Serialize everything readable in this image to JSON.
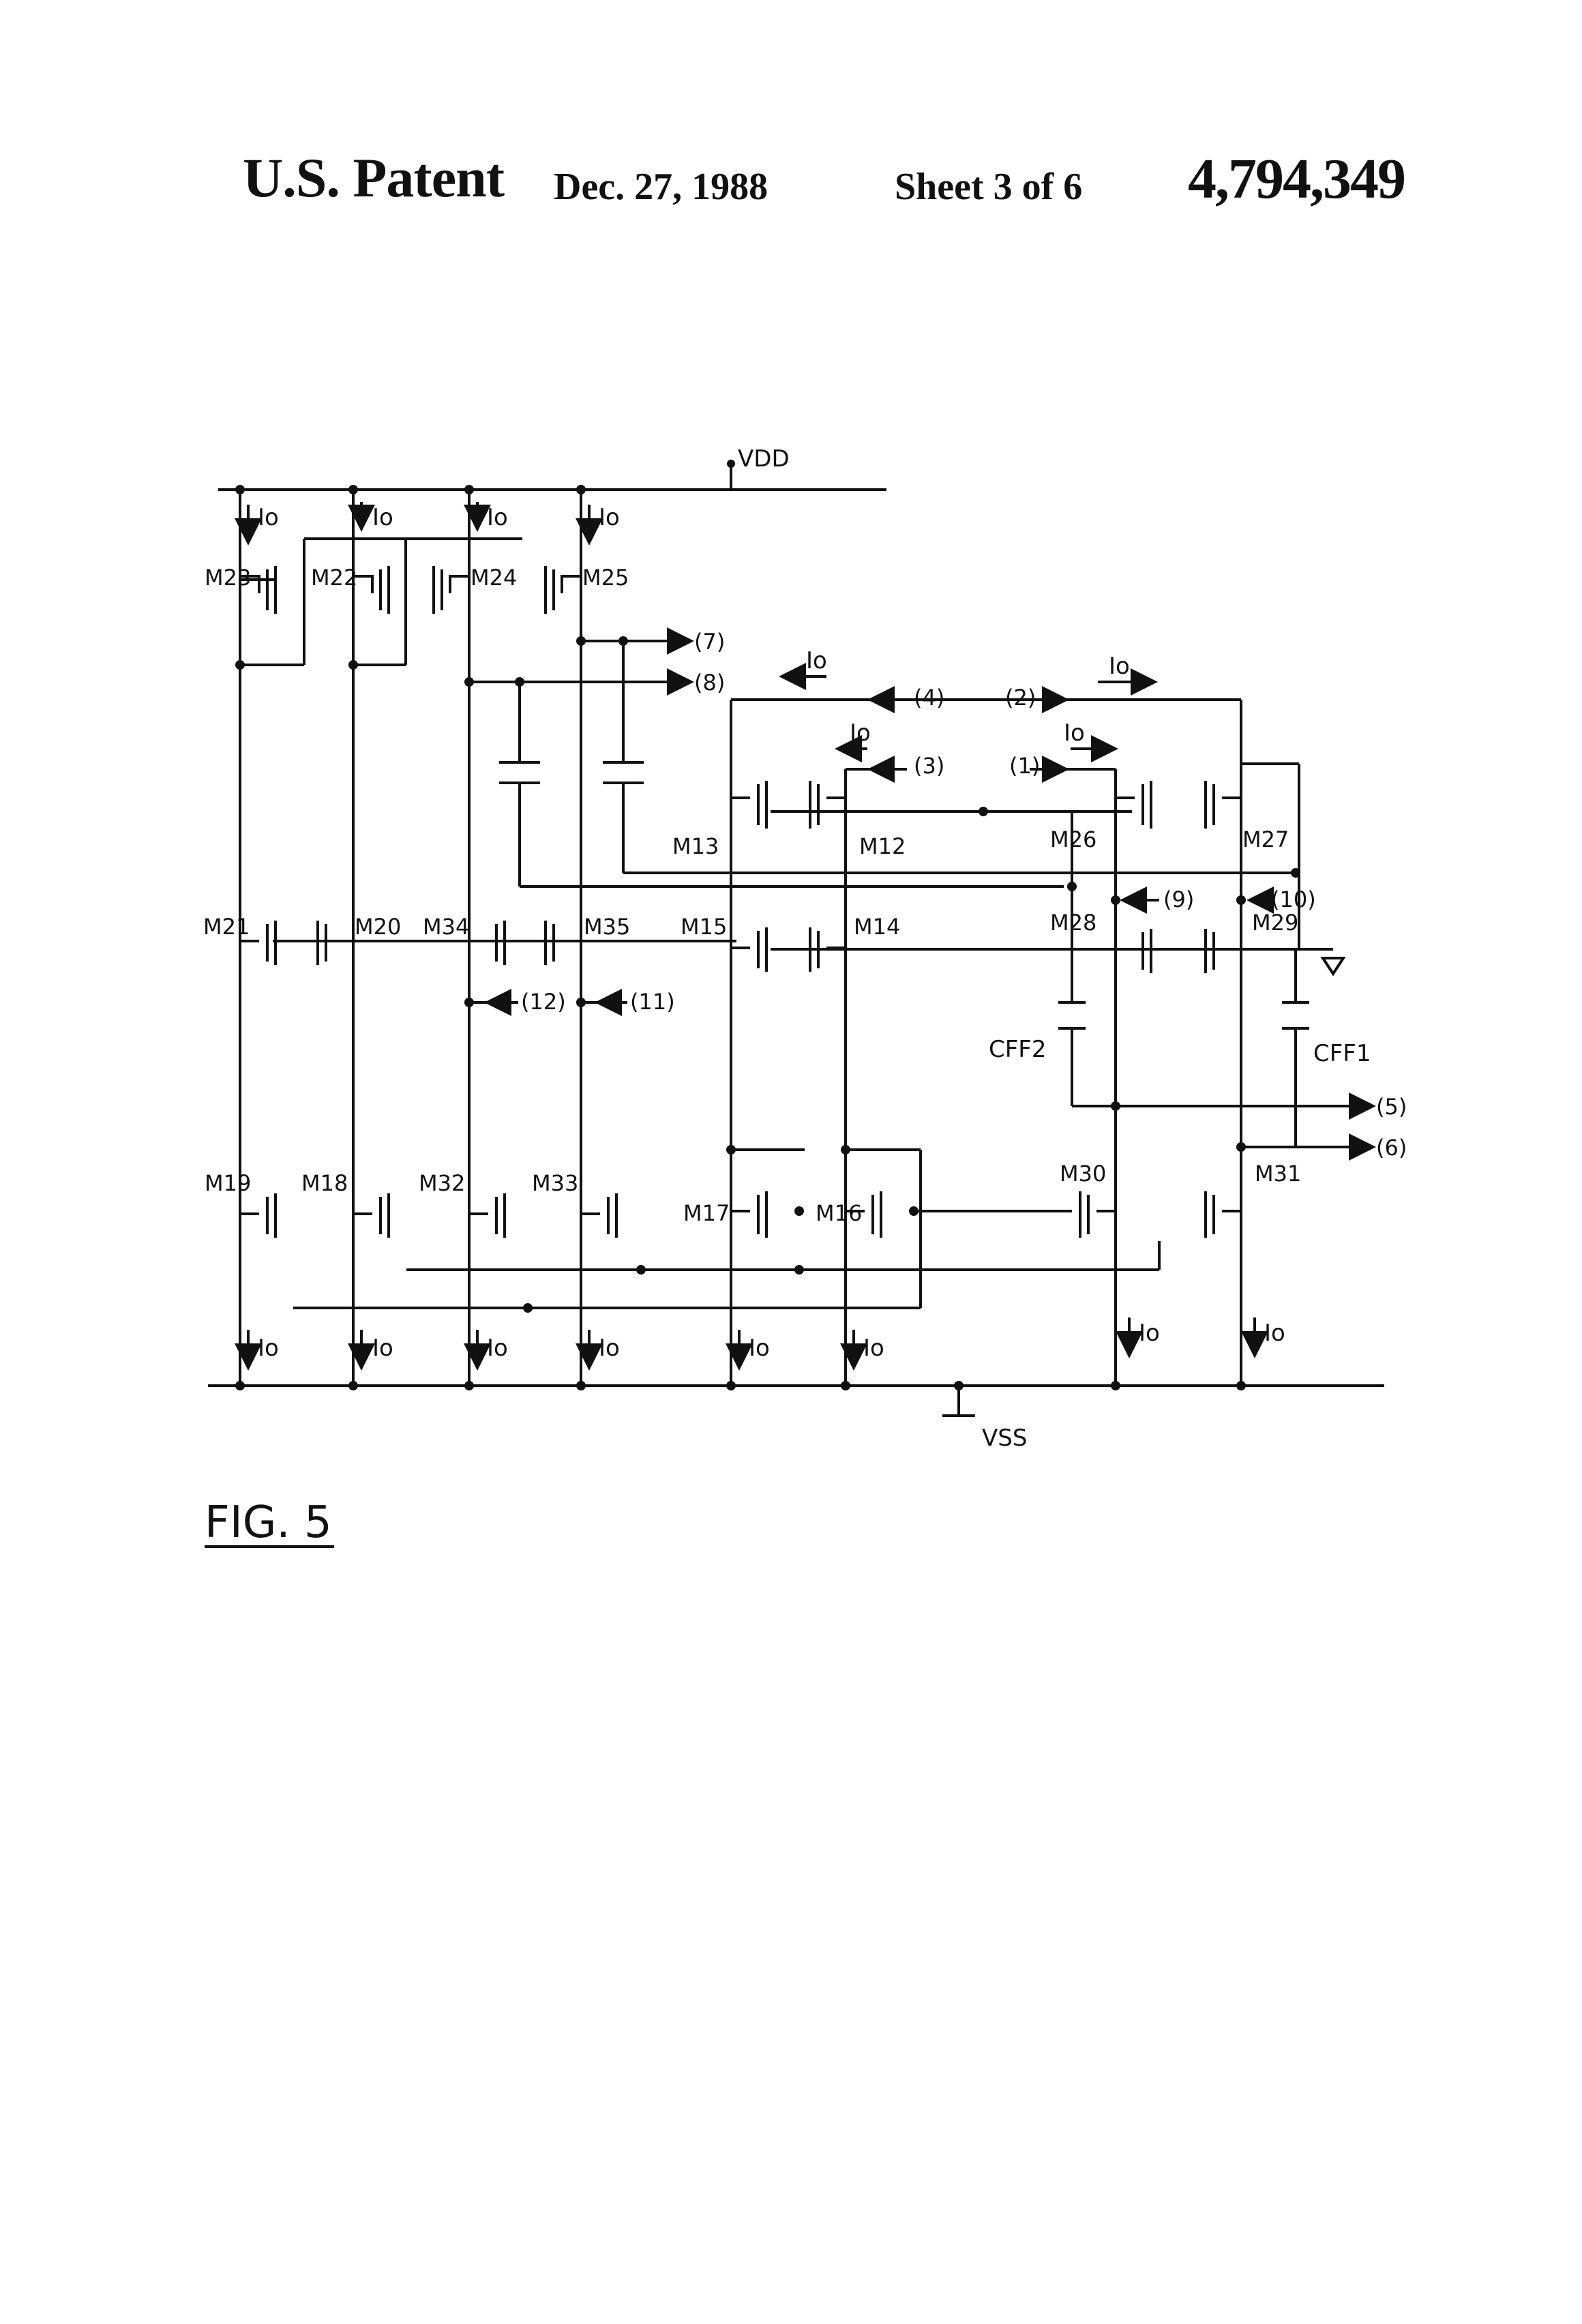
{
  "header": {
    "title": "U.S. Patent",
    "date": "Dec. 27, 1988",
    "sheet": "Sheet 3 of 6",
    "patent_number": "4,794,349"
  },
  "figure": {
    "label": "FIG. 5",
    "rails": {
      "vdd": "VDD",
      "vss": "VSS"
    },
    "current_label": "Io",
    "transistors": {
      "m23": "M23",
      "m22": "M22",
      "m24": "M24",
      "m25": "M25",
      "m21": "M21",
      "m20": "M20",
      "m34": "M34",
      "m35": "M35",
      "m19": "M19",
      "m18": "M18",
      "m32": "M32",
      "m33": "M33",
      "m13": "M13",
      "m12": "M12",
      "m15": "M15",
      "m14": "M14",
      "m17": "M17",
      "m16": "M16",
      "m26": "M26",
      "m27": "M27",
      "m28": "M28",
      "m29": "M29",
      "m30": "M30",
      "m31": "M31"
    },
    "capacitors": {
      "cff1": "CFF1",
      "cff2": "CFF2"
    },
    "terminals": {
      "t1": "(1)",
      "t2": "(2)",
      "t3": "(3)",
      "t4": "(4)",
      "t5": "(5)",
      "t6": "(6)",
      "t7": "(7)",
      "t8": "(8)",
      "t9": "(9)",
      "t10": "(10)",
      "t11": "(11)",
      "t12": "(12)"
    }
  },
  "colors": {
    "ink": "#111111",
    "paper": "#ffffff"
  }
}
